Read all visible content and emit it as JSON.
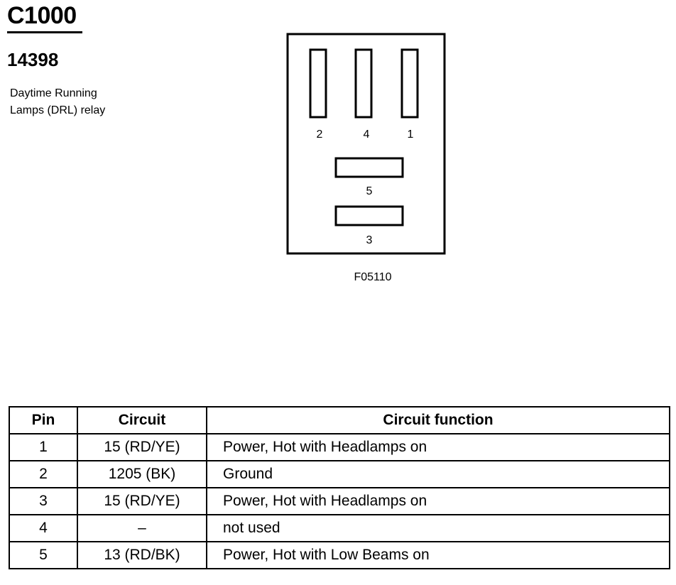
{
  "connector": {
    "id": "C1000",
    "part_number": "14398",
    "description_lines": [
      "Daytime Running",
      "Lamps (DRL) relay"
    ],
    "figure_code": "F05110"
  },
  "diagram": {
    "pin_labels": [
      "2",
      "4",
      "1",
      "5",
      "3"
    ]
  },
  "table": {
    "headers": [
      "Pin",
      "Circuit",
      "Circuit function"
    ],
    "rows": [
      {
        "pin": "1",
        "circuit": "15 (RD/YE)",
        "function": "Power, Hot with Headlamps on"
      },
      {
        "pin": "2",
        "circuit": "1205 (BK)",
        "function": "Ground"
      },
      {
        "pin": "3",
        "circuit": "15 (RD/YE)",
        "function": "Power, Hot with Headlamps on"
      },
      {
        "pin": "4",
        "circuit": "–",
        "function": "not used"
      },
      {
        "pin": "5",
        "circuit": "13 (RD/BK)",
        "function": "Power, Hot with Low Beams on"
      }
    ]
  }
}
